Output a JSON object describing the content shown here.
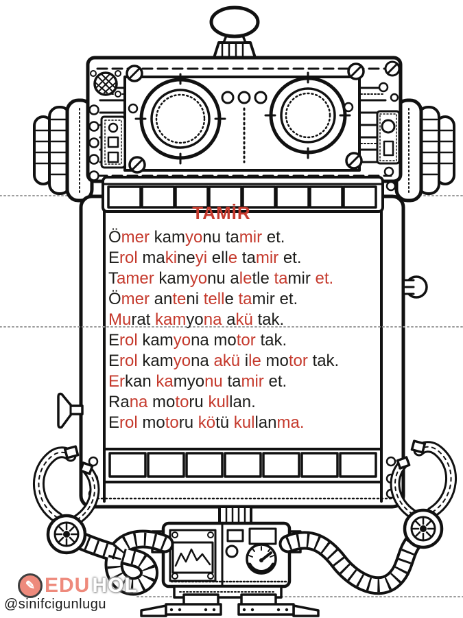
{
  "colors": {
    "text_red": "#c5392c",
    "text_black": "#1d1d1b",
    "logo_salmon": "#ee8a7c",
    "dotted_line": "#9b9b9b",
    "ink": "#111111"
  },
  "board": {
    "title": "TAMİR",
    "lines": [
      [
        {
          "t": "Ö",
          "c": "b"
        },
        {
          "t": "mer",
          "c": "r"
        },
        {
          "t": " kam",
          "c": "b"
        },
        {
          "t": "yo",
          "c": "r"
        },
        {
          "t": "nu ta",
          "c": "b"
        },
        {
          "t": "mir",
          "c": "r"
        },
        {
          "t": " et.",
          "c": "b"
        }
      ],
      [
        {
          "t": "E",
          "c": "b"
        },
        {
          "t": "rol",
          "c": "r"
        },
        {
          "t": " ma",
          "c": "b"
        },
        {
          "t": "ki",
          "c": "r"
        },
        {
          "t": "ne",
          "c": "b"
        },
        {
          "t": "yi",
          "c": "r"
        },
        {
          "t": " ell",
          "c": "b"
        },
        {
          "t": "e",
          "c": "r"
        },
        {
          "t": " ta",
          "c": "b"
        },
        {
          "t": "mir",
          "c": "r"
        },
        {
          "t": " et.",
          "c": "b"
        }
      ],
      [
        {
          "t": "T",
          "c": "b"
        },
        {
          "t": "amer",
          "c": "r"
        },
        {
          "t": " kam",
          "c": "b"
        },
        {
          "t": "yo",
          "c": "r"
        },
        {
          "t": "nu a",
          "c": "b"
        },
        {
          "t": "le",
          "c": "r"
        },
        {
          "t": "tle ",
          "c": "b"
        },
        {
          "t": "ta",
          "c": "r"
        },
        {
          "t": "mir ",
          "c": "b"
        },
        {
          "t": "et.",
          "c": "r"
        }
      ],
      [
        {
          "t": "Ö",
          "c": "b"
        },
        {
          "t": "mer",
          "c": "r"
        },
        {
          "t": " an",
          "c": "b"
        },
        {
          "t": "te",
          "c": "r"
        },
        {
          "t": "ni ",
          "c": "b"
        },
        {
          "t": "tell",
          "c": "r"
        },
        {
          "t": "e ",
          "c": "b"
        },
        {
          "t": "ta",
          "c": "r"
        },
        {
          "t": "mir et.",
          "c": "b"
        }
      ],
      [
        {
          "t": "Mu",
          "c": "r"
        },
        {
          "t": "rat ",
          "c": "b"
        },
        {
          "t": "kam",
          "c": "r"
        },
        {
          "t": "yo",
          "c": "b"
        },
        {
          "t": "na ",
          "c": "r"
        },
        {
          "t": "a",
          "c": "b"
        },
        {
          "t": "kü",
          "c": "r"
        },
        {
          "t": " tak.",
          "c": "b"
        }
      ],
      [
        {
          "t": "E",
          "c": "b"
        },
        {
          "t": "rol",
          "c": "r"
        },
        {
          "t": " kam",
          "c": "b"
        },
        {
          "t": "yo",
          "c": "r"
        },
        {
          "t": "na mo",
          "c": "b"
        },
        {
          "t": "tor",
          "c": "r"
        },
        {
          "t": " tak.",
          "c": "b"
        }
      ],
      [
        {
          "t": "E",
          "c": "b"
        },
        {
          "t": "rol",
          "c": "r"
        },
        {
          "t": " kam",
          "c": "b"
        },
        {
          "t": "yo",
          "c": "r"
        },
        {
          "t": "na ",
          "c": "b"
        },
        {
          "t": "akü",
          "c": "r"
        },
        {
          "t": " i",
          "c": "b"
        },
        {
          "t": "le",
          "c": "r"
        },
        {
          "t": " mo",
          "c": "b"
        },
        {
          "t": "tor",
          "c": "r"
        },
        {
          "t": " tak.",
          "c": "b"
        }
      ],
      [
        {
          "t": "Er",
          "c": "r"
        },
        {
          "t": "kan ",
          "c": "b"
        },
        {
          "t": "ka",
          "c": "r"
        },
        {
          "t": "myo",
          "c": "b"
        },
        {
          "t": "nu",
          "c": "r"
        },
        {
          "t": " ta",
          "c": "b"
        },
        {
          "t": "mir",
          "c": "r"
        },
        {
          "t": " et.",
          "c": "b"
        }
      ],
      [
        {
          "t": "Ra",
          "c": "b"
        },
        {
          "t": "na",
          "c": "r"
        },
        {
          "t": " mo",
          "c": "b"
        },
        {
          "t": "to",
          "c": "r"
        },
        {
          "t": "ru ",
          "c": "b"
        },
        {
          "t": "kul",
          "c": "r"
        },
        {
          "t": "lan.",
          "c": "b"
        }
      ],
      [
        {
          "t": "E",
          "c": "b"
        },
        {
          "t": "rol",
          "c": "r"
        },
        {
          "t": " mo",
          "c": "b"
        },
        {
          "t": "to",
          "c": "r"
        },
        {
          "t": "ru ",
          "c": "b"
        },
        {
          "t": "kö",
          "c": "r"
        },
        {
          "t": "tü ",
          "c": "b"
        },
        {
          "t": "kul",
          "c": "r"
        },
        {
          "t": "lan",
          "c": "b"
        },
        {
          "t": "ma.",
          "c": "r"
        }
      ]
    ]
  },
  "footer": {
    "logo_icon": "pencil-circle-icon",
    "logo_icon_glyph": "✎",
    "logo_text_primary": "EDU",
    "logo_text_secondary": "HOL",
    "handle": "@sinifcigunlugu"
  }
}
